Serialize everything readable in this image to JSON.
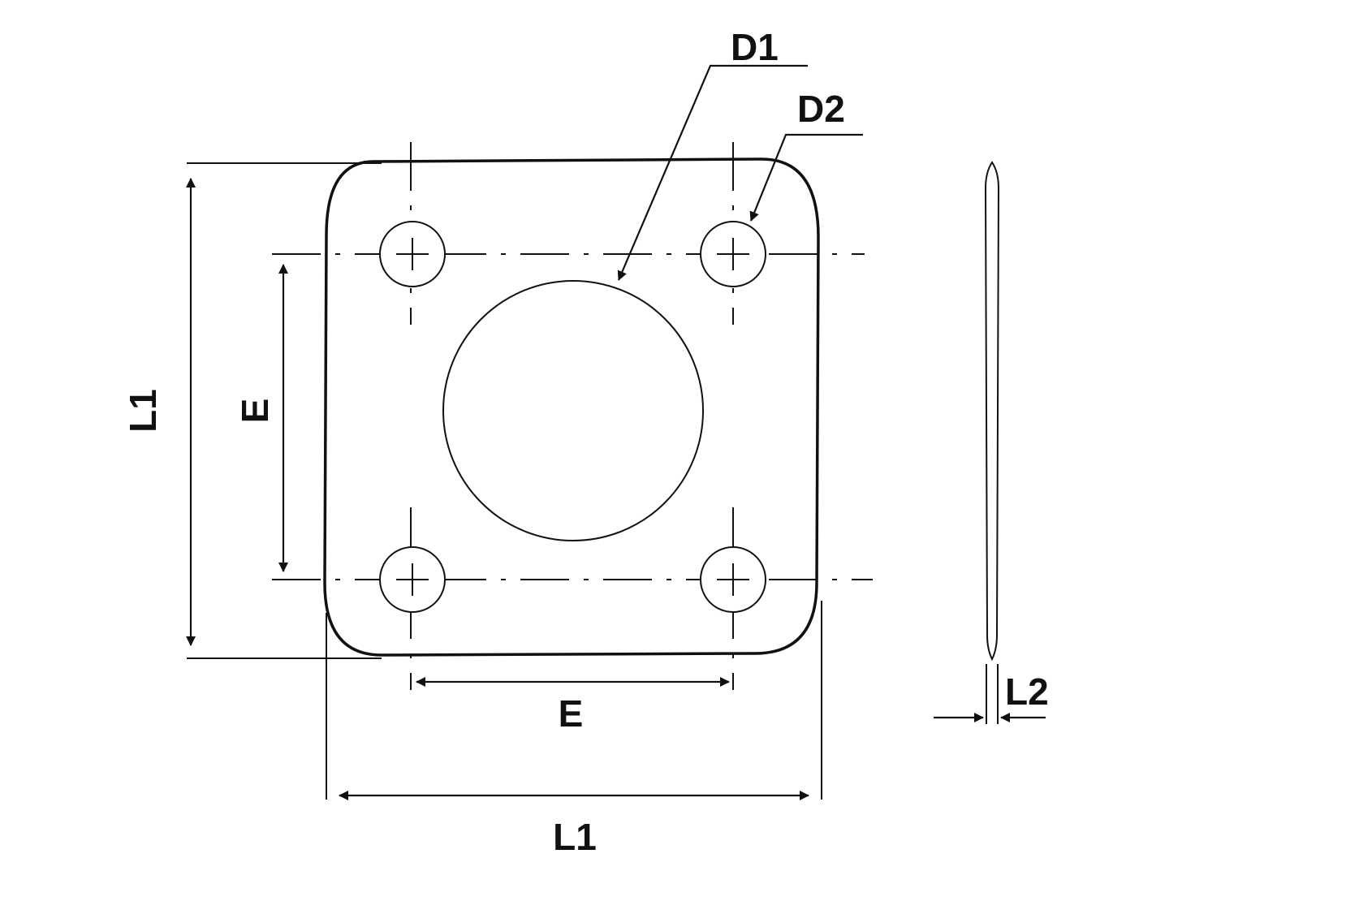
{
  "labels": {
    "d1": "D1",
    "d2": "D2",
    "l1_vertical": "L1",
    "e_vertical": "E",
    "e_horizontal": "E",
    "l1_horizontal": "L1",
    "l2": "L2"
  },
  "colors": {
    "line": "#111111",
    "background": "#ffffff"
  }
}
